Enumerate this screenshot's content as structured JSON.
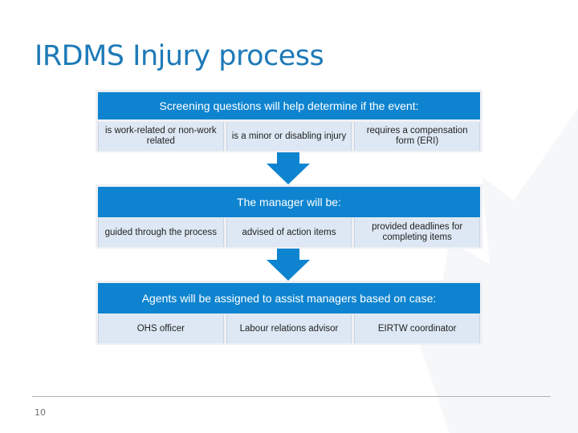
{
  "title": "IRDMS Injury process",
  "page_number": "10",
  "colors": {
    "title": "#1e7ab8",
    "banner": "#0e84d0",
    "box": "#dde8f4",
    "arrow": "#0e84d0"
  },
  "sections": [
    {
      "heading": "Screening questions will help determine if the event:",
      "items": [
        "is work-related or non-work related",
        "is a minor or disabling injury",
        "requires a compensation form (ERI)"
      ]
    },
    {
      "heading": "The manager will be:",
      "items": [
        "guided through the process",
        "advised of action items",
        "provided deadlines for completing items"
      ]
    },
    {
      "heading": "Agents will be assigned to assist managers based on case:",
      "items": [
        "OHS officer",
        "Labour relations advisor",
        "EIRTW coordinator"
      ]
    }
  ]
}
